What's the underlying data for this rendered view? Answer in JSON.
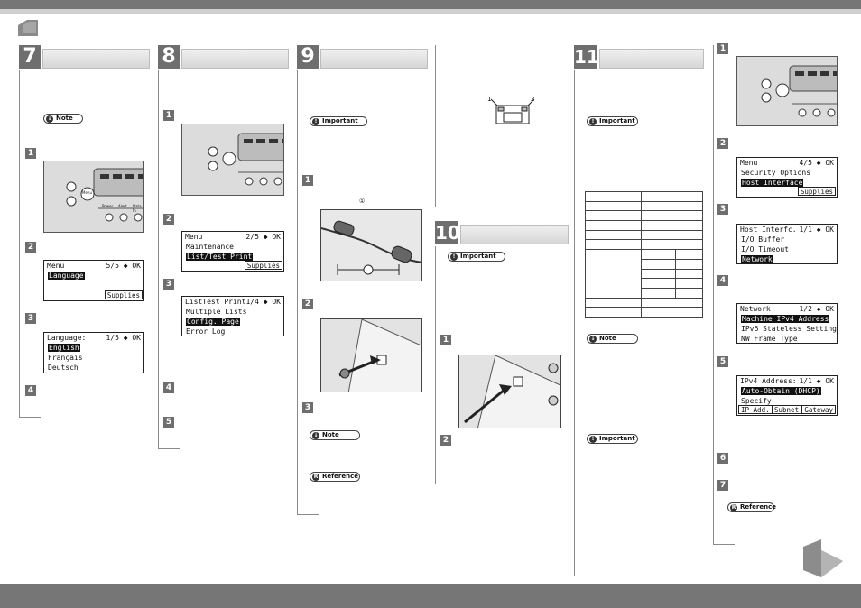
{
  "steps": {
    "s7": {
      "num": "7"
    },
    "s8": {
      "num": "8"
    },
    "s9": {
      "num": "9"
    },
    "s10": {
      "num": "10"
    },
    "s11": {
      "num": "11"
    }
  },
  "substeps": [
    "1",
    "2",
    "3",
    "4",
    "5",
    "6",
    "7"
  ],
  "notes": {
    "note": "Note",
    "important": "Important",
    "reference": "Reference"
  },
  "screens": {
    "menu_5_5": {
      "title": "Menu",
      "page": "5/5",
      "ok": "OK",
      "line1": "Language",
      "soft": "Supplies"
    },
    "language": {
      "title": "Language:",
      "page": "1/5",
      "ok": "OK",
      "items": [
        "English",
        "Français",
        "Deutsch"
      ]
    },
    "menu_2_5": {
      "title": "Menu",
      "page": "2/5",
      "ok": "OK",
      "items": [
        "Maintenance",
        "List/Test Print"
      ],
      "soft": "Supplies"
    },
    "listtest": {
      "title": "ListTest Print",
      "page": "1/4",
      "ok": "OK",
      "items": [
        "Multiple Lists",
        "Config. Page",
        "Error Log"
      ]
    },
    "menu_4_5": {
      "title": "Menu",
      "page": "4/5",
      "ok": "OK",
      "items": [
        "Security Options",
        "Host Interface"
      ],
      "soft": "Supplies"
    },
    "hostif": {
      "title": "Host Interfc.",
      "page": "1/1",
      "ok": "OK",
      "items": [
        "I/O Buffer",
        "I/O Timeout",
        "Network"
      ]
    },
    "network": {
      "title": "Network",
      "page": "1/2",
      "ok": "OK",
      "items": [
        "Machine IPv4 Address",
        "IPv6 Stateless Setting",
        "NW Frame Type"
      ]
    },
    "ipv4": {
      "title": "IPv4 Address:",
      "page": "1/1",
      "ok": "OK",
      "items": [
        "Auto-Obtain (DHCP)",
        "Specify"
      ],
      "soft": [
        "IP Add.",
        "Subnet M",
        "Gateway"
      ]
    }
  },
  "panel": {
    "menu_key": "Menu",
    "keys": [
      "Power",
      "Alert",
      "Data In"
    ]
  },
  "connector_labels": {
    "left": "1",
    "right": "2"
  },
  "cable_callout": "①",
  "colors": {
    "bar": "#767676",
    "step_block": "#6e6e6e"
  }
}
